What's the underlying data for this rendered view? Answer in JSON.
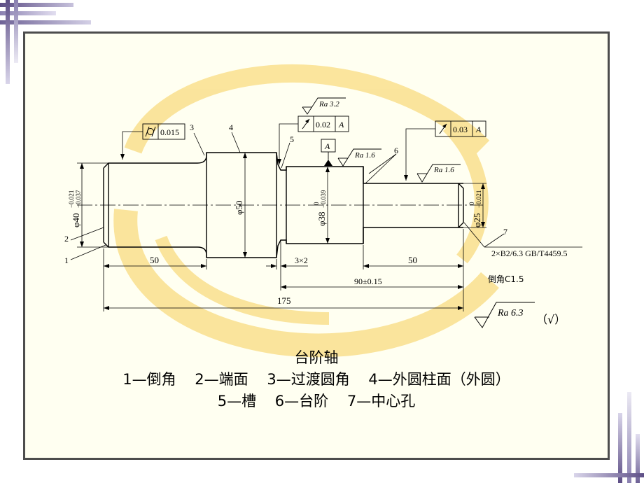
{
  "drawing": {
    "title": "台阶轴",
    "legend_line1": "1—倒角    2—端面    3—过渡圆角    4—外圆柱面（外圆）",
    "legend_line2": "5—槽    6—台阶    7—中心孔",
    "callouts": [
      "1",
      "2",
      "3",
      "4",
      "5",
      "6",
      "7"
    ],
    "datum": "A",
    "tolerance_frames": [
      {
        "symbol": "circular-runout",
        "value": "0.02",
        "datum": "A"
      },
      {
        "symbol": "circular-runout",
        "value": "0.03",
        "datum": "A"
      },
      {
        "symbol": "cylindricity",
        "value": "0.015"
      }
    ],
    "roughness": {
      "top": "Ra 3.2",
      "shoulder": "Ra 1.6",
      "right": "Ra 1.6",
      "general": "Ra 6.3",
      "general_suffix": "（√）"
    },
    "diameters": {
      "d40": "φ40",
      "d40_upper": "−0.021",
      "d40_lower": "−0.037",
      "d50": "φ50",
      "d38": "φ38",
      "d38_upper": "0",
      "d38_lower": "−0.039",
      "d25": "φ25",
      "d25_upper": "0",
      "d25_lower": "−0.021"
    },
    "lengths": {
      "left": "50",
      "groove": "3×2",
      "right": "50",
      "middle": "90±0.15",
      "total": "175"
    },
    "notes": {
      "center_hole": "2×B2/6.3 GB/T4459.5",
      "chamfer": "倒角C1.5"
    }
  },
  "colors": {
    "panel_bg": "#fffff1",
    "border": "#4d4d4d",
    "watermark": "#f9dc80",
    "deco_purple": "#5d4e86",
    "deco_light": "#a79fc3"
  }
}
